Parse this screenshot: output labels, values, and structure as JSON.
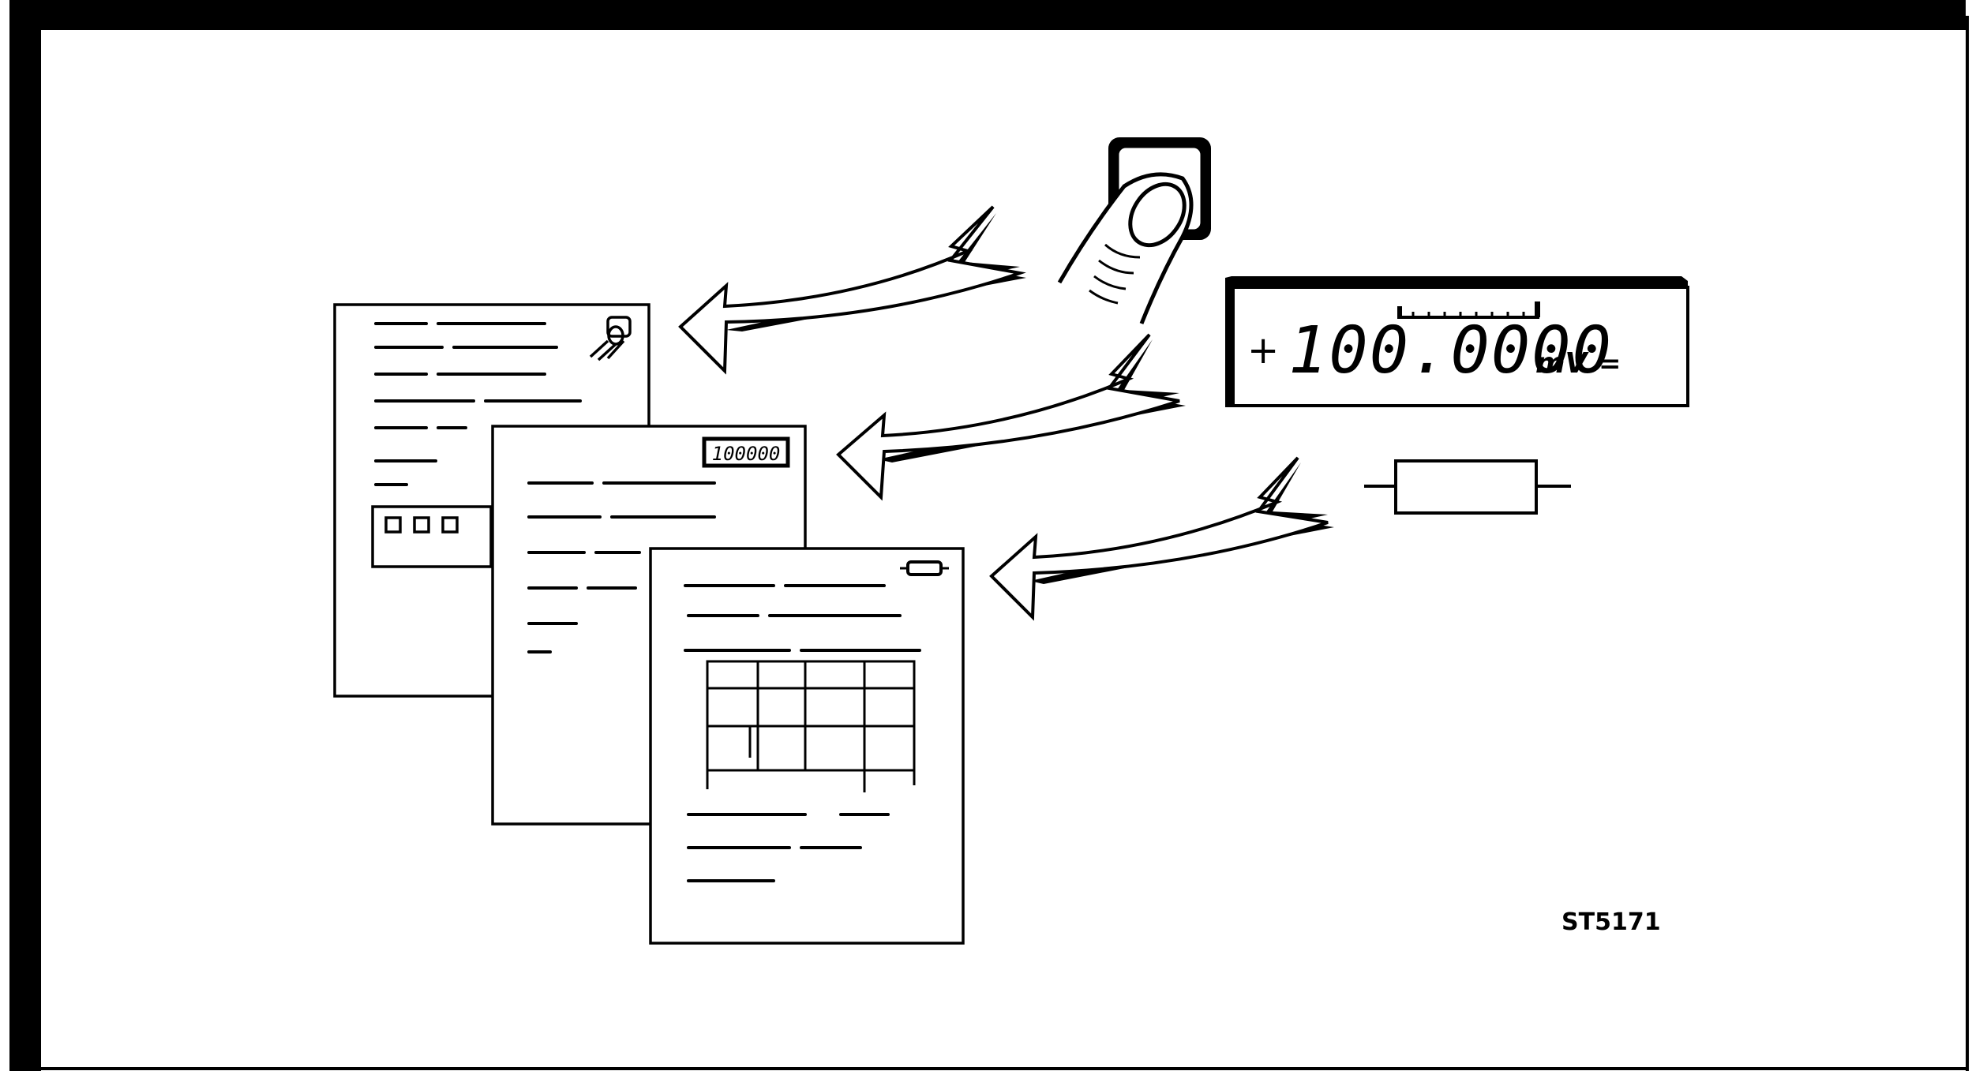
{
  "diagram": {
    "reading": {
      "sign": "+",
      "value": "100.0000",
      "unit": "mV",
      "dc_symbol": "="
    },
    "mini_display_value": "100000",
    "figure_code": "ST5171"
  }
}
